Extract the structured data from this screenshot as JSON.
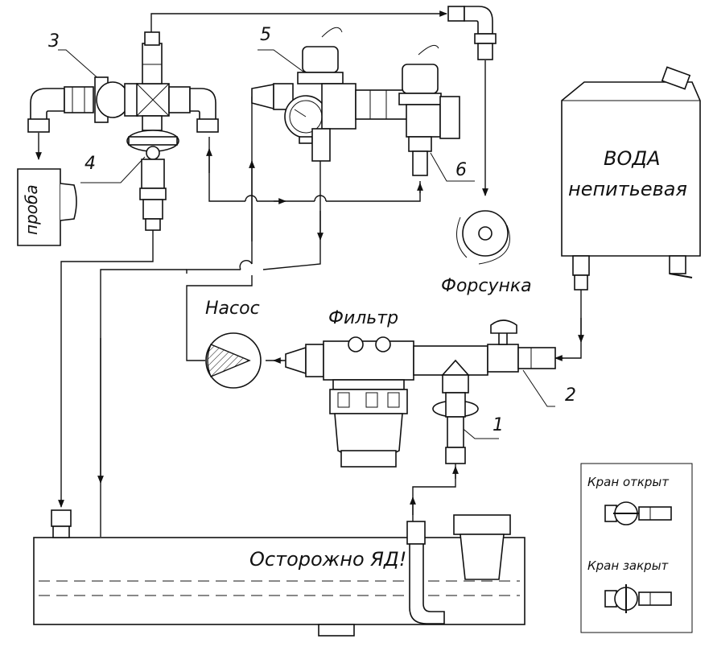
{
  "labels": {
    "n1": "1",
    "n2": "2",
    "n3": "3",
    "n4": "4",
    "n5": "5",
    "n6": "6",
    "sample": "проба",
    "water_line1": "ВОДА",
    "water_line2": "непитьевая",
    "nozzle": "Форсунка",
    "pump": "Насос",
    "filter": "Фильтр",
    "warning": "Осторожно ЯД!"
  },
  "legend": {
    "open": "Кран открыт",
    "closed": "Кран закрыт"
  }
}
